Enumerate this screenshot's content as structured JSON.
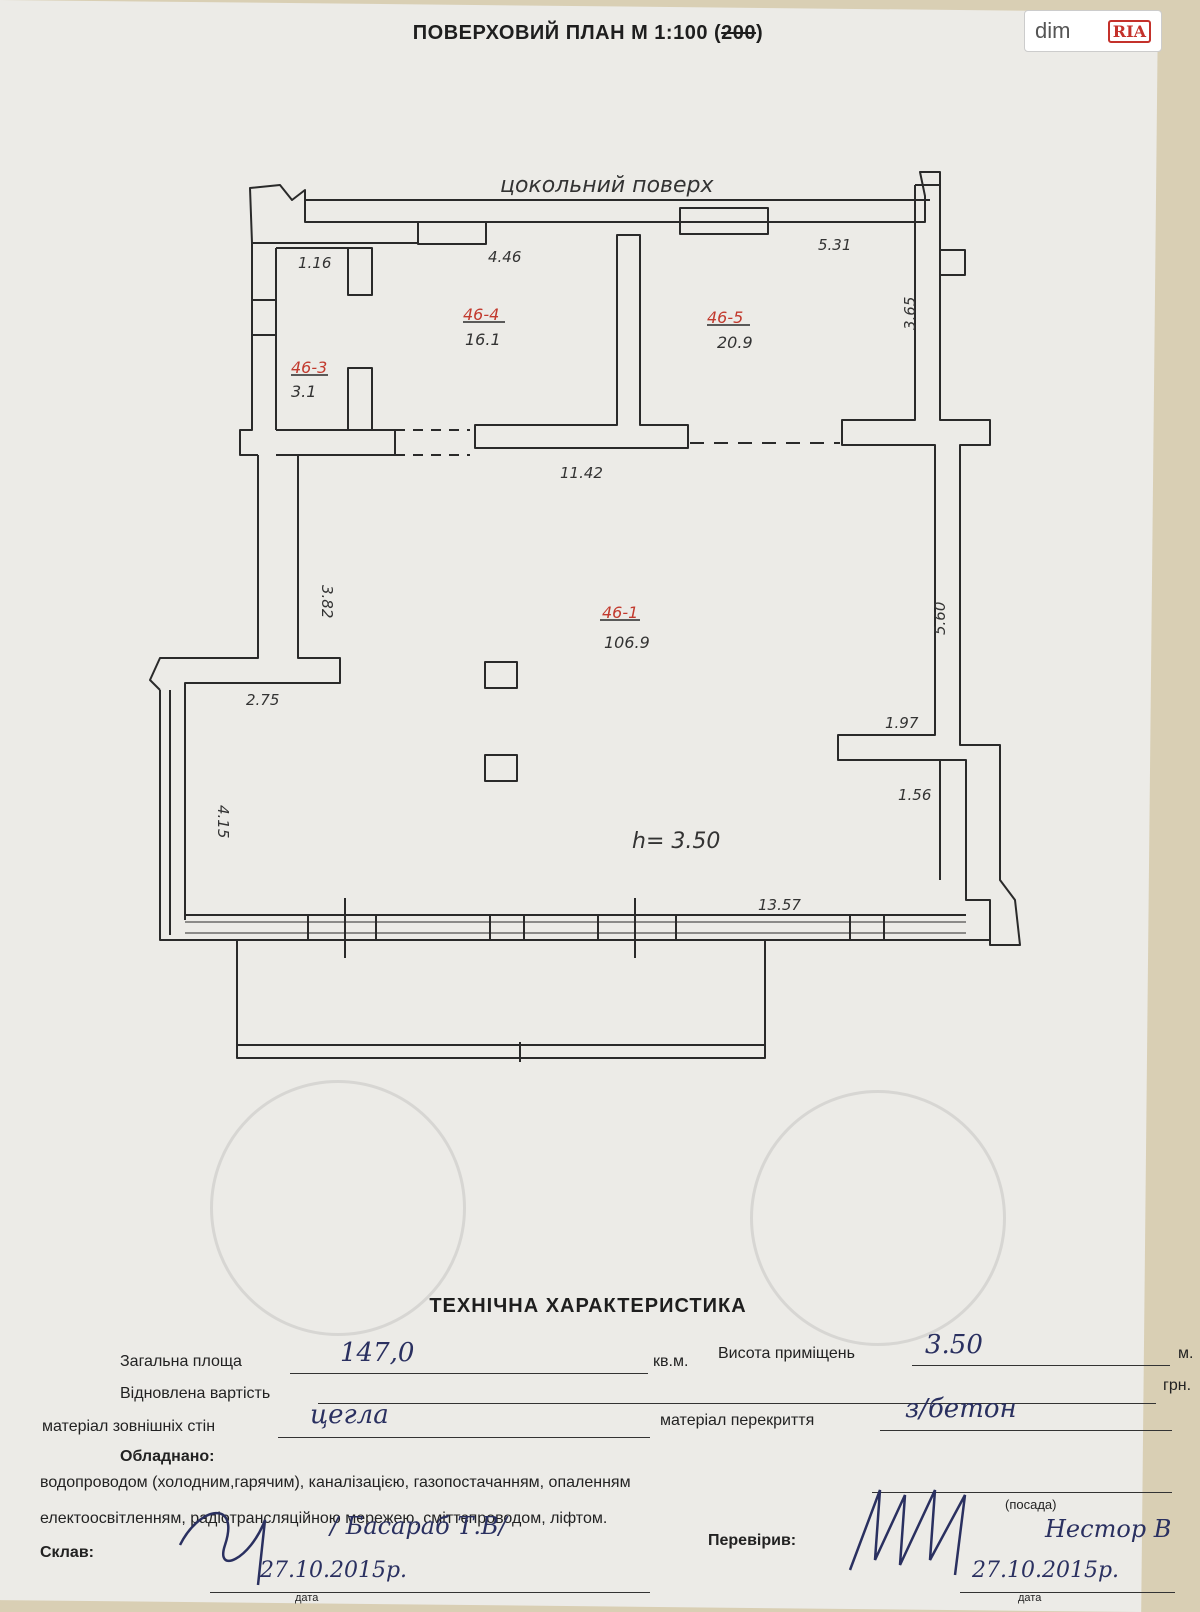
{
  "logo": {
    "text": "dim",
    "badge": "RIA"
  },
  "plan": {
    "title_prefix": "ПОВЕРХОВИЙ ПЛАН М 1:100 (",
    "title_struck": "200",
    "title_suffix": ")",
    "floor_label": "цокольний поверх",
    "rooms": [
      {
        "id": "46-4",
        "area": "16.1"
      },
      {
        "id": "46-5",
        "area": "20.9"
      },
      {
        "id": "46-3",
        "area": "3.1"
      },
      {
        "id": "46-1",
        "area": "106.9"
      }
    ],
    "dimensions": {
      "d1": "1.16",
      "d2": "4.46",
      "d3": "5.31",
      "d4": "3.65",
      "d5": "11.42",
      "d6": "3.82",
      "d7": "5.60",
      "d8": "2.75",
      "d9": "1.97",
      "d10": "1.56",
      "d11": "4.15",
      "d12": "13.57"
    },
    "height_label": "h= 3.50"
  },
  "tech": {
    "title": "ТЕХНІЧНА ХАРАКТЕРИСТИКА",
    "total_area_label": "Загальна площа",
    "total_area_value": "147,0",
    "area_unit": "кв.м.",
    "room_height_label": "Висота приміщень",
    "room_height_value": "3.50",
    "height_unit": "м.",
    "restored_cost_label": "Відновлена вартість",
    "cost_unit": "грн.",
    "wall_material_label": "матеріал зовнішніх стін",
    "wall_material_value": "цегла",
    "ceiling_material_label": "матеріал перекриття",
    "ceiling_material_value": "з/бетон",
    "equipped_label": "Обладнано:",
    "equipment_line1": "водопроводом (холодним,гарячим), каналізацією, газопостачанням, опаленням",
    "equipment_line2": "електоосвітленням, радіотрансляційною мережею, сміттєпроводом, ліфтом.",
    "compiled_label": "Склав:",
    "compiled_name": "/ Басараб Т.В/",
    "compiled_date": "27.10.2015р.",
    "checked_label": "Перевірив:",
    "checked_name": "Нестор В",
    "checked_date": "27.10.2015р.",
    "date_caption": "дата",
    "position_caption": "(посада)"
  }
}
